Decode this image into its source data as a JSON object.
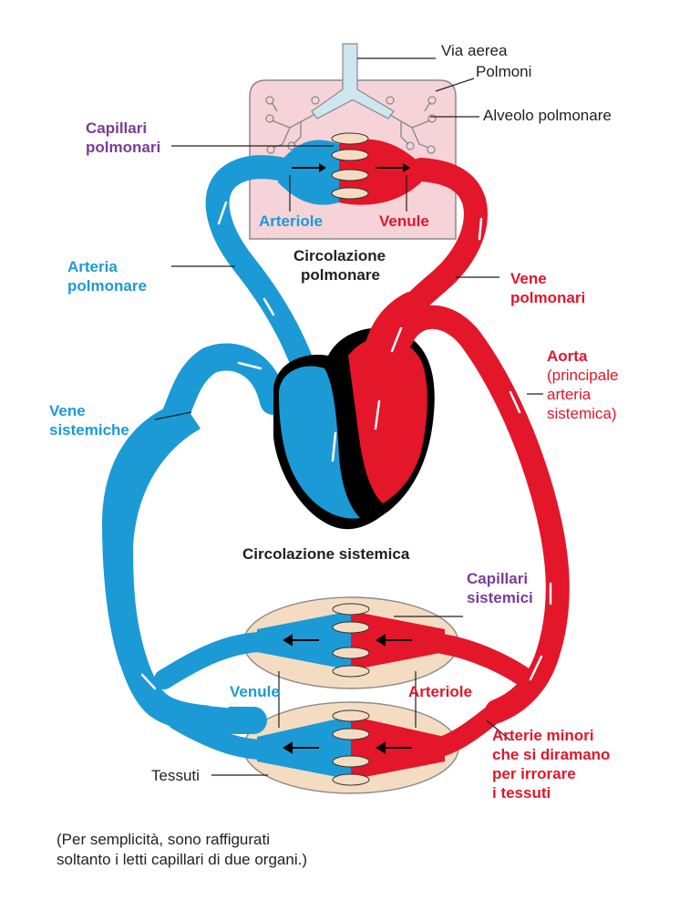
{
  "labels": {
    "via_aerea": "Via aerea",
    "polmoni": "Polmoni",
    "alveolo": "Alveolo polmonare",
    "capillari_polmonari": [
      "Capillari",
      "polmonari"
    ],
    "arteriole_top": "Arteriole",
    "venule_top": "Venule",
    "circolazione_polmonare": [
      "Circolazione",
      "polmonare"
    ],
    "arteria_polmonare": [
      "Arteria",
      "polmonare"
    ],
    "vene_polmonari": [
      "Vene",
      "polmonari"
    ],
    "aorta": "Aorta",
    "aorta_note": [
      "(principale",
      "arteria",
      "sistemica)"
    ],
    "vene_sistemiche": [
      "Vene",
      "sistemiche"
    ],
    "circolazione_sistemica": "Circolazione sistemica",
    "capillari_sistemici": [
      "Capillari",
      "sistemici"
    ],
    "venule_bottom": "Venule",
    "arteriole_bottom": "Arteriole",
    "arterie_minori": [
      "Arterie minori",
      "che si diramano",
      "per irrorare",
      "i tessuti"
    ],
    "tessuti": "Tessuti"
  },
  "footnote": [
    "(Per semplicità, sono raffigurati",
    "soltanto i letti capillari di due organi.)"
  ],
  "colors": {
    "oxygenated": "#e3162a",
    "deoxygenated": "#1c9ad6",
    "heart_wall": "#000000",
    "lung": "#f5d3d8",
    "tissue": "#f4dcc2",
    "airway": "#cde6ef",
    "label_purple": "#7a3d97"
  }
}
